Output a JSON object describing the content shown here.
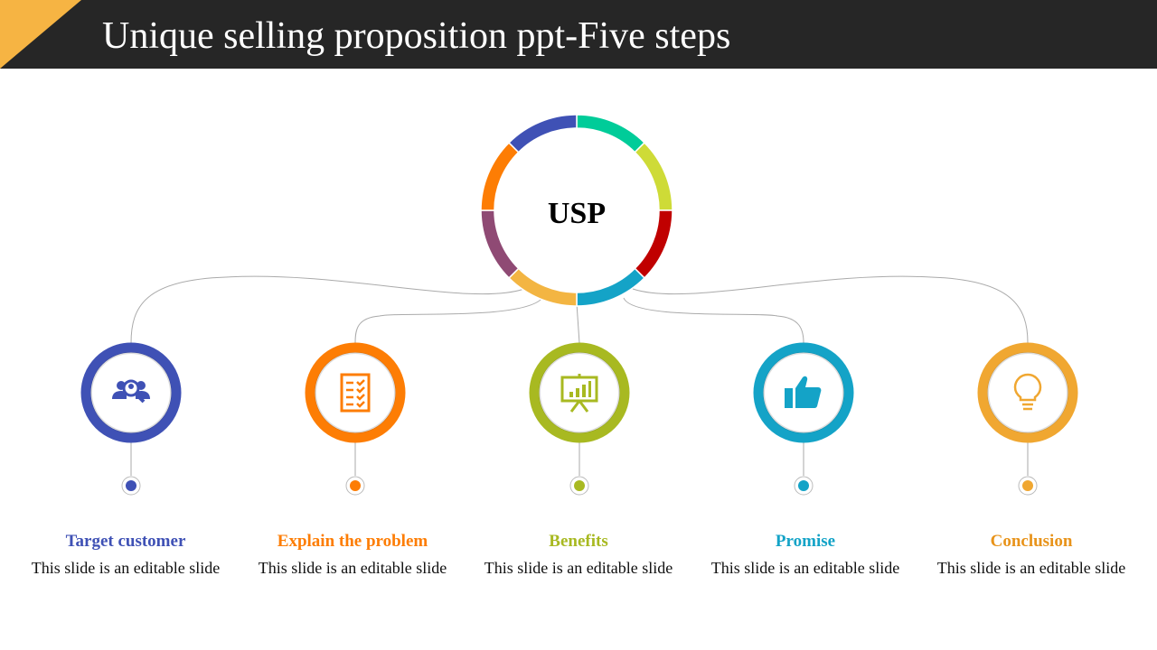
{
  "header": {
    "title": "Unique selling proposition ppt-Five steps"
  },
  "center": {
    "label": "USP",
    "ring_colors": [
      "#00cc99",
      "#cedb37",
      "#c00000",
      "#14a3c7",
      "#f3b542",
      "#8f4a74",
      "#fd7d04",
      "#3f51b5"
    ]
  },
  "steps": [
    {
      "title": "Target customer",
      "desc": "This slide is an editable slide",
      "color": "#3f51b5",
      "icon": "customer-search-icon"
    },
    {
      "title": "Explain the problem",
      "desc": "This slide is an editable slide",
      "color": "#fd7d04",
      "icon": "checklist-icon"
    },
    {
      "title": "Benefits",
      "desc": "This slide is an editable slide",
      "color": "#a8b921",
      "icon": "presentation-chart-icon"
    },
    {
      "title": "Promise",
      "desc": "This slide is an editable slide",
      "color": "#14a3c7",
      "icon": "thumbs-up-icon"
    },
    {
      "title": "Conclusion",
      "desc": "This slide is an editable slide",
      "color": "#f0a731",
      "icon": "lightbulb-icon"
    }
  ]
}
